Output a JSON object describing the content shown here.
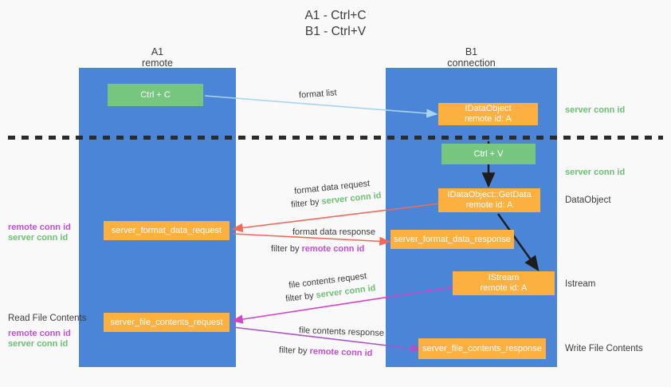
{
  "header": {
    "line1": "A1 - Ctrl+C",
    "line2": "B1 - Ctrl+V"
  },
  "lanes": [
    {
      "id": "a1",
      "title": "A1",
      "subtitle": "remote",
      "color": "#4a85d8"
    },
    {
      "id": "b1",
      "title": "B1",
      "subtitle": "connection",
      "color": "#4a85d8"
    }
  ],
  "nodes": {
    "ctrl_c": {
      "label": "Ctrl + C",
      "sub": "",
      "color": "#76c680"
    },
    "idataobject": {
      "label": "IDataObject",
      "sub": "remote id: A",
      "color": "#fbb040"
    },
    "ctrl_v": {
      "label": "Ctrl + V",
      "sub": "",
      "color": "#76c680"
    },
    "getdata": {
      "label": "IDataObject::GetData",
      "sub": "remote id: A",
      "color": "#fbb040"
    },
    "fmt_req": {
      "label": "server_format_data_request",
      "sub": "",
      "color": "#fbb040"
    },
    "fmt_resp": {
      "label": "server_format_data_response",
      "sub": "",
      "color": "#fbb040"
    },
    "istream": {
      "label": "IStream",
      "sub": "remote id: A",
      "color": "#fbb040"
    },
    "file_req": {
      "label": "server_file_contents_request",
      "sub": "",
      "color": "#fbb040"
    },
    "file_resp": {
      "label": "server_file_contents_response",
      "sub": "",
      "color": "#fbb040"
    }
  },
  "edge_labels": {
    "format_list": "format list",
    "format_data_request": "format data request",
    "format_data_request_filter_prefix": "filter by ",
    "format_data_request_filter_key": "server conn id",
    "format_data_response": "format data response",
    "format_data_response_filter_prefix": "filter by ",
    "format_data_response_filter_key": "remote conn id",
    "file_contents_request": "file contents request",
    "file_contents_request_filter_prefix": "filter by ",
    "file_contents_request_filter_key": "server conn id",
    "file_contents_response": "file contents response",
    "file_contents_response_filter_prefix": "filter by ",
    "file_contents_response_filter_key": "remote conn id"
  },
  "annotations": {
    "right_server_conn_top": "server conn id",
    "right_server_conn_mid": "server conn id",
    "right_dataobject": "DataObject",
    "right_istream": "Istream",
    "right_write_file_contents": "Write File Contents",
    "left_remote_conn_1": "remote conn id",
    "left_server_conn_1": "server conn id",
    "left_read_file_contents": "Read File Contents",
    "left_remote_conn_2": "remote conn id",
    "left_server_conn_2": "server conn id"
  },
  "colors": {
    "lane": "#4a85d8",
    "green_node": "#76c680",
    "orange_node": "#fbb040",
    "page_bg": "#f9f9f9",
    "text": "#3c3c3c",
    "green_accent": "#6cbf73",
    "purple_accent": "#c14fd4",
    "arrow_light_blue": "#a8d4f0",
    "arrow_red": "#ef6a5a",
    "arrow_magenta": "#d444c8",
    "arrow_purple": "#a855c8",
    "arrow_black": "#1d1d1d",
    "divider": "#2b2b2b"
  }
}
